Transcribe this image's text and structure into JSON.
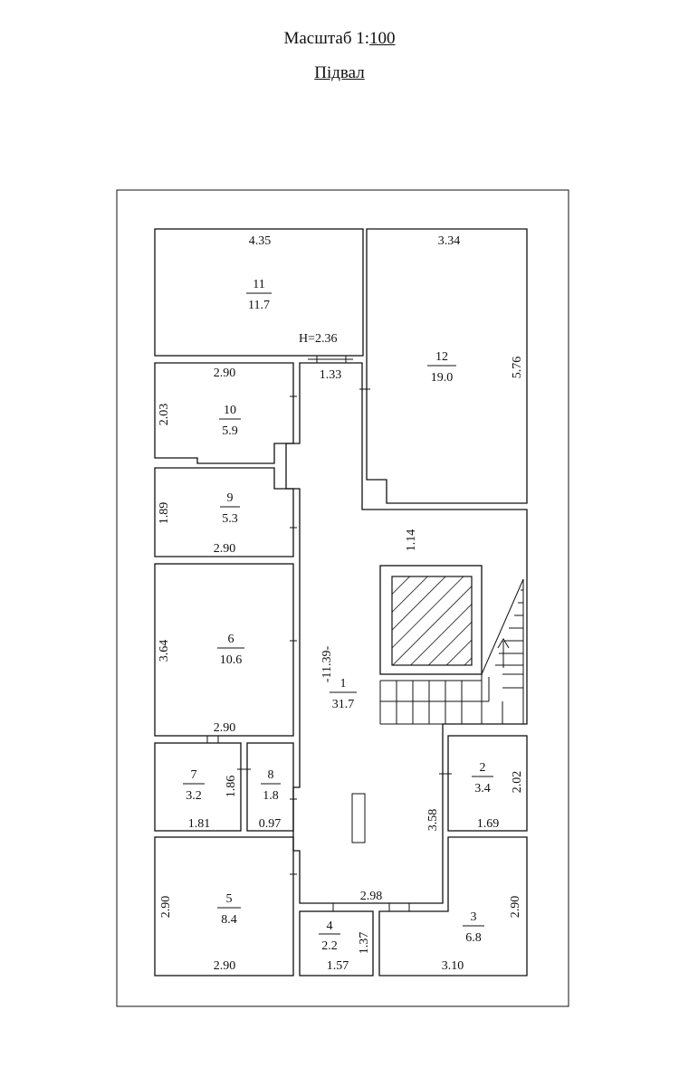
{
  "title": {
    "scale_prefix": "Масштаб 1:",
    "scale_value": "100",
    "floor": "Підвал"
  },
  "corridor_label": "H=2.36",
  "corridor_length": "-11.39-",
  "rooms": [
    {
      "id": "1",
      "num": "1",
      "area": "31.7"
    },
    {
      "id": "2",
      "num": "2",
      "area": "3.4"
    },
    {
      "id": "3",
      "num": "3",
      "area": "6.8"
    },
    {
      "id": "4",
      "num": "4",
      "area": "2.2"
    },
    {
      "id": "5",
      "num": "5",
      "area": "8.4"
    },
    {
      "id": "6",
      "num": "6",
      "area": "10.6"
    },
    {
      "id": "7",
      "num": "7",
      "area": "3.2"
    },
    {
      "id": "8",
      "num": "8",
      "area": "1.8"
    },
    {
      "id": "9",
      "num": "9",
      "area": "5.3"
    },
    {
      "id": "10",
      "num": "10",
      "area": "5.9"
    },
    {
      "id": "11",
      "num": "11",
      "area": "11.7"
    },
    {
      "id": "12",
      "num": "12",
      "area": "19.0"
    }
  ],
  "dimensions": {
    "r11_width": "4.35",
    "r12_width": "3.34",
    "r12_height": "5.76",
    "r10_width": "2.90",
    "r10_height": "2.03",
    "door_1_33": "1.33",
    "r9_height": "1.89",
    "r9_width": "2.90",
    "stair_1_14": "1.14",
    "r6_height": "3.64",
    "r6_width": "2.90",
    "r7_height": "1.86",
    "r7_width": "1.81",
    "r8_width": "0.97",
    "r2_height": "2.02",
    "r2_width": "1.69",
    "corr_3_58": "3.58",
    "corr_2_98": "2.98",
    "r5_height": "2.90",
    "r5_width": "2.90",
    "r4_height": "1.37",
    "r4_width": "1.57",
    "r3_height": "2.90",
    "r3_width": "3.10"
  }
}
